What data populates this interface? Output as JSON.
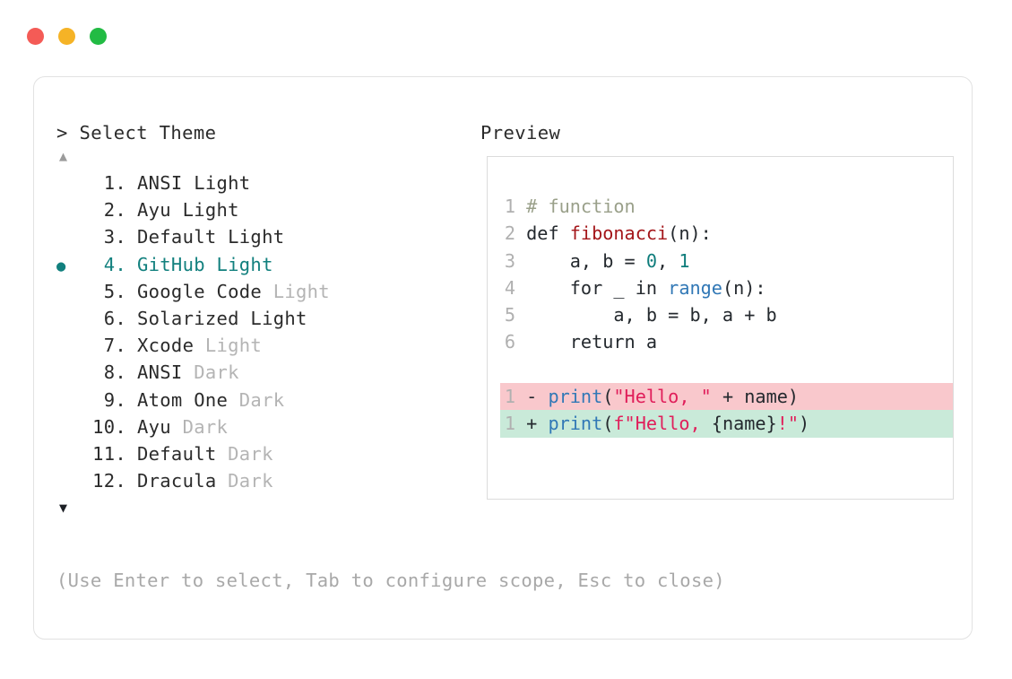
{
  "window": {
    "traffic_lights": [
      {
        "name": "close",
        "color": "#f45b56"
      },
      {
        "name": "minimize",
        "color": "#f5b326"
      },
      {
        "name": "maximize",
        "color": "#22bb44"
      }
    ]
  },
  "left_pane": {
    "header": "> Select Theme",
    "scroll_up_glyph": "▲",
    "scroll_down_glyph": "▼",
    "selected_index": 4,
    "selected_bullet": "●",
    "items": [
      {
        "index": "1.",
        "name": "ANSI",
        "variant": "Light",
        "variant_muted": false,
        "selected": false
      },
      {
        "index": "2.",
        "name": "Ayu",
        "variant": "Light",
        "variant_muted": false,
        "selected": false
      },
      {
        "index": "3.",
        "name": "Default",
        "variant": "Light",
        "variant_muted": false,
        "selected": false
      },
      {
        "index": "4.",
        "name": "GitHub",
        "variant": "Light",
        "variant_muted": false,
        "selected": true
      },
      {
        "index": "5.",
        "name": "Google Code",
        "variant": "Light",
        "variant_muted": true,
        "selected": false
      },
      {
        "index": "6.",
        "name": "Solarized",
        "variant": "Light",
        "variant_muted": false,
        "selected": false
      },
      {
        "index": "7.",
        "name": "Xcode",
        "variant": "Light",
        "variant_muted": true,
        "selected": false
      },
      {
        "index": "8.",
        "name": "ANSI",
        "variant": "Dark",
        "variant_muted": true,
        "selected": false
      },
      {
        "index": "9.",
        "name": "Atom One",
        "variant": "Dark",
        "variant_muted": true,
        "selected": false
      },
      {
        "index": "10.",
        "name": "Ayu",
        "variant": "Dark",
        "variant_muted": true,
        "selected": false
      },
      {
        "index": "11.",
        "name": "Default",
        "variant": "Dark",
        "variant_muted": true,
        "selected": false
      },
      {
        "index": "12.",
        "name": "Dracula",
        "variant": "Dark",
        "variant_muted": true,
        "selected": false
      }
    ]
  },
  "footer": {
    "hint": "(Use Enter to select, Tab to configure scope, Esc to close)"
  },
  "preview": {
    "header": "Preview",
    "code_lines": [
      {
        "num": "1",
        "tokens": [
          {
            "t": "# function",
            "c": "comment"
          }
        ]
      },
      {
        "num": "2",
        "tokens": [
          {
            "t": "def ",
            "c": "kw"
          },
          {
            "t": "fibonacci",
            "c": "fn"
          },
          {
            "t": "(n):",
            "c": "plain"
          }
        ]
      },
      {
        "num": "3",
        "tokens": [
          {
            "t": "    a, b = ",
            "c": "plain"
          },
          {
            "t": "0",
            "c": "num"
          },
          {
            "t": ", ",
            "c": "plain"
          },
          {
            "t": "1",
            "c": "num"
          }
        ]
      },
      {
        "num": "4",
        "tokens": [
          {
            "t": "    for _ in ",
            "c": "plain"
          },
          {
            "t": "range",
            "c": "builtin"
          },
          {
            "t": "(n):",
            "c": "plain"
          }
        ]
      },
      {
        "num": "5",
        "tokens": [
          {
            "t": "        a, b = b, a + b",
            "c": "plain"
          }
        ]
      },
      {
        "num": "6",
        "tokens": [
          {
            "t": "    return a",
            "c": "plain"
          }
        ]
      }
    ],
    "diff_lines": [
      {
        "num": "1",
        "sign": "-",
        "kind": "del",
        "tokens": [
          {
            "t": "print",
            "c": "builtin"
          },
          {
            "t": "(",
            "c": "plain"
          },
          {
            "t": "\"Hello, \"",
            "c": "str"
          },
          {
            "t": " + name)",
            "c": "plain"
          }
        ]
      },
      {
        "num": "1",
        "sign": "+",
        "kind": "add",
        "tokens": [
          {
            "t": "print",
            "c": "builtin"
          },
          {
            "t": "(",
            "c": "plain"
          },
          {
            "t": "f\"Hello, ",
            "c": "str"
          },
          {
            "t": "{name}",
            "c": "plain"
          },
          {
            "t": "!\"",
            "c": "str"
          },
          {
            "t": ")",
            "c": "plain"
          }
        ]
      }
    ]
  },
  "colors": {
    "accent_teal": "#12807e",
    "muted_text": "#b4b4b4",
    "diff_del_bg": "#f9c8cc",
    "diff_add_bg": "#c9ead9",
    "string": "#e01e5a",
    "builtin": "#3178b6",
    "function": "#a4161a",
    "number": "#0e7c7b",
    "comment": "#9aa08a"
  }
}
